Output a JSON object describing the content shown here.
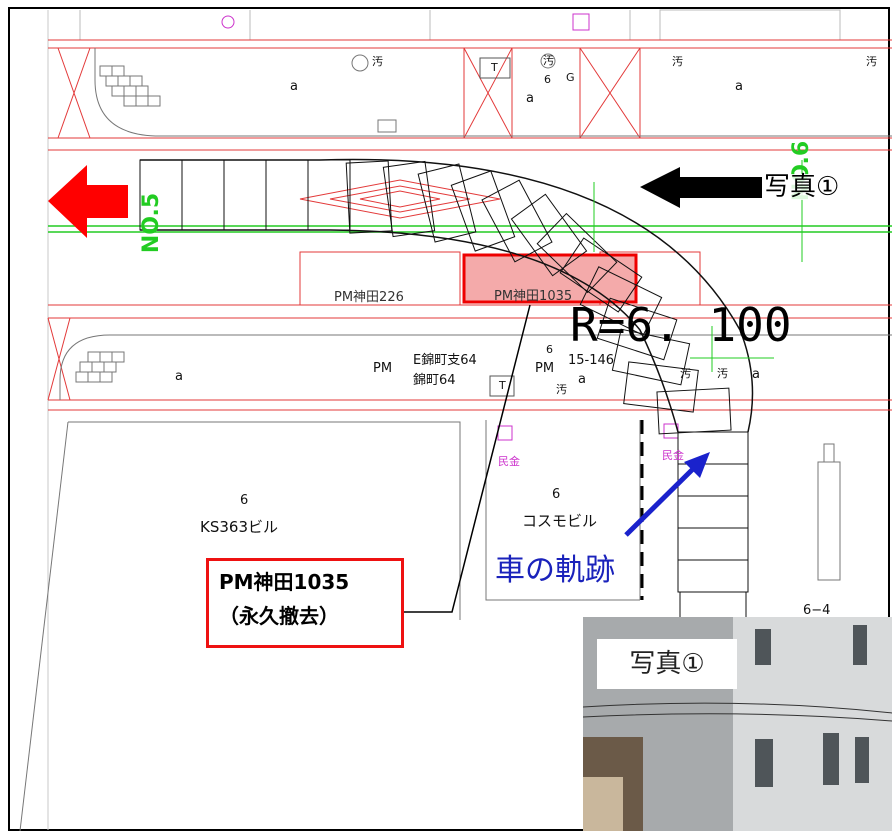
{
  "map": {
    "labels": {
      "a_top_left": "a",
      "a_top_mid": "a",
      "a_top_right": "a",
      "a_mid_left": "a",
      "a_mid_center": "a",
      "a_mid_right": "a",
      "stain_1": "汚",
      "stain_2": "汚",
      "stain_3": "汚",
      "stain_4": "汚",
      "stain_5": "汚",
      "stain_6": "汚",
      "stain_7": "汚",
      "t_top": "T",
      "g_top": "G",
      "six_top": "6",
      "t_mid": "T",
      "pm_left": "PM",
      "pm_right": "PM",
      "six_mid": "6",
      "e_nishiki": "E錦町支64",
      "nishiki": "錦町64",
      "pole_15_146": "15-146",
      "pm_kanda_226": "PM神田226",
      "pm_kanda_1035_road": "PM神田1035",
      "minkin_1": "民金",
      "minkin_2": "民金",
      "lot_6_left": "6",
      "building_ks363": "KS363ビル",
      "lot_6_right": "6",
      "building_cosmo": "コスモビル",
      "lot_6_4": "6−4"
    },
    "no5": "NO.5",
    "no6": "NO.6",
    "radius_label": "R=6. 100",
    "photo_ref": "写真①",
    "vehicle_path_label": "車の軌跡",
    "removal_note": {
      "line1": "PM神田1035",
      "line2": "（永久撤去）"
    },
    "photo": {
      "caption": "写真①"
    },
    "colors": {
      "arrow_red": "#ff0000",
      "cad_red": "#e33a3a",
      "green": "#22cc22",
      "blue_arrow": "#1a22cc",
      "blue_text": "#1a22bb",
      "highlight_fill": "#f4aaaa",
      "magenta": "#cc33cc"
    },
    "icons": [
      "left-arrow-red-icon",
      "left-arrow-black-icon",
      "blue-diagonal-arrow-icon"
    ]
  }
}
